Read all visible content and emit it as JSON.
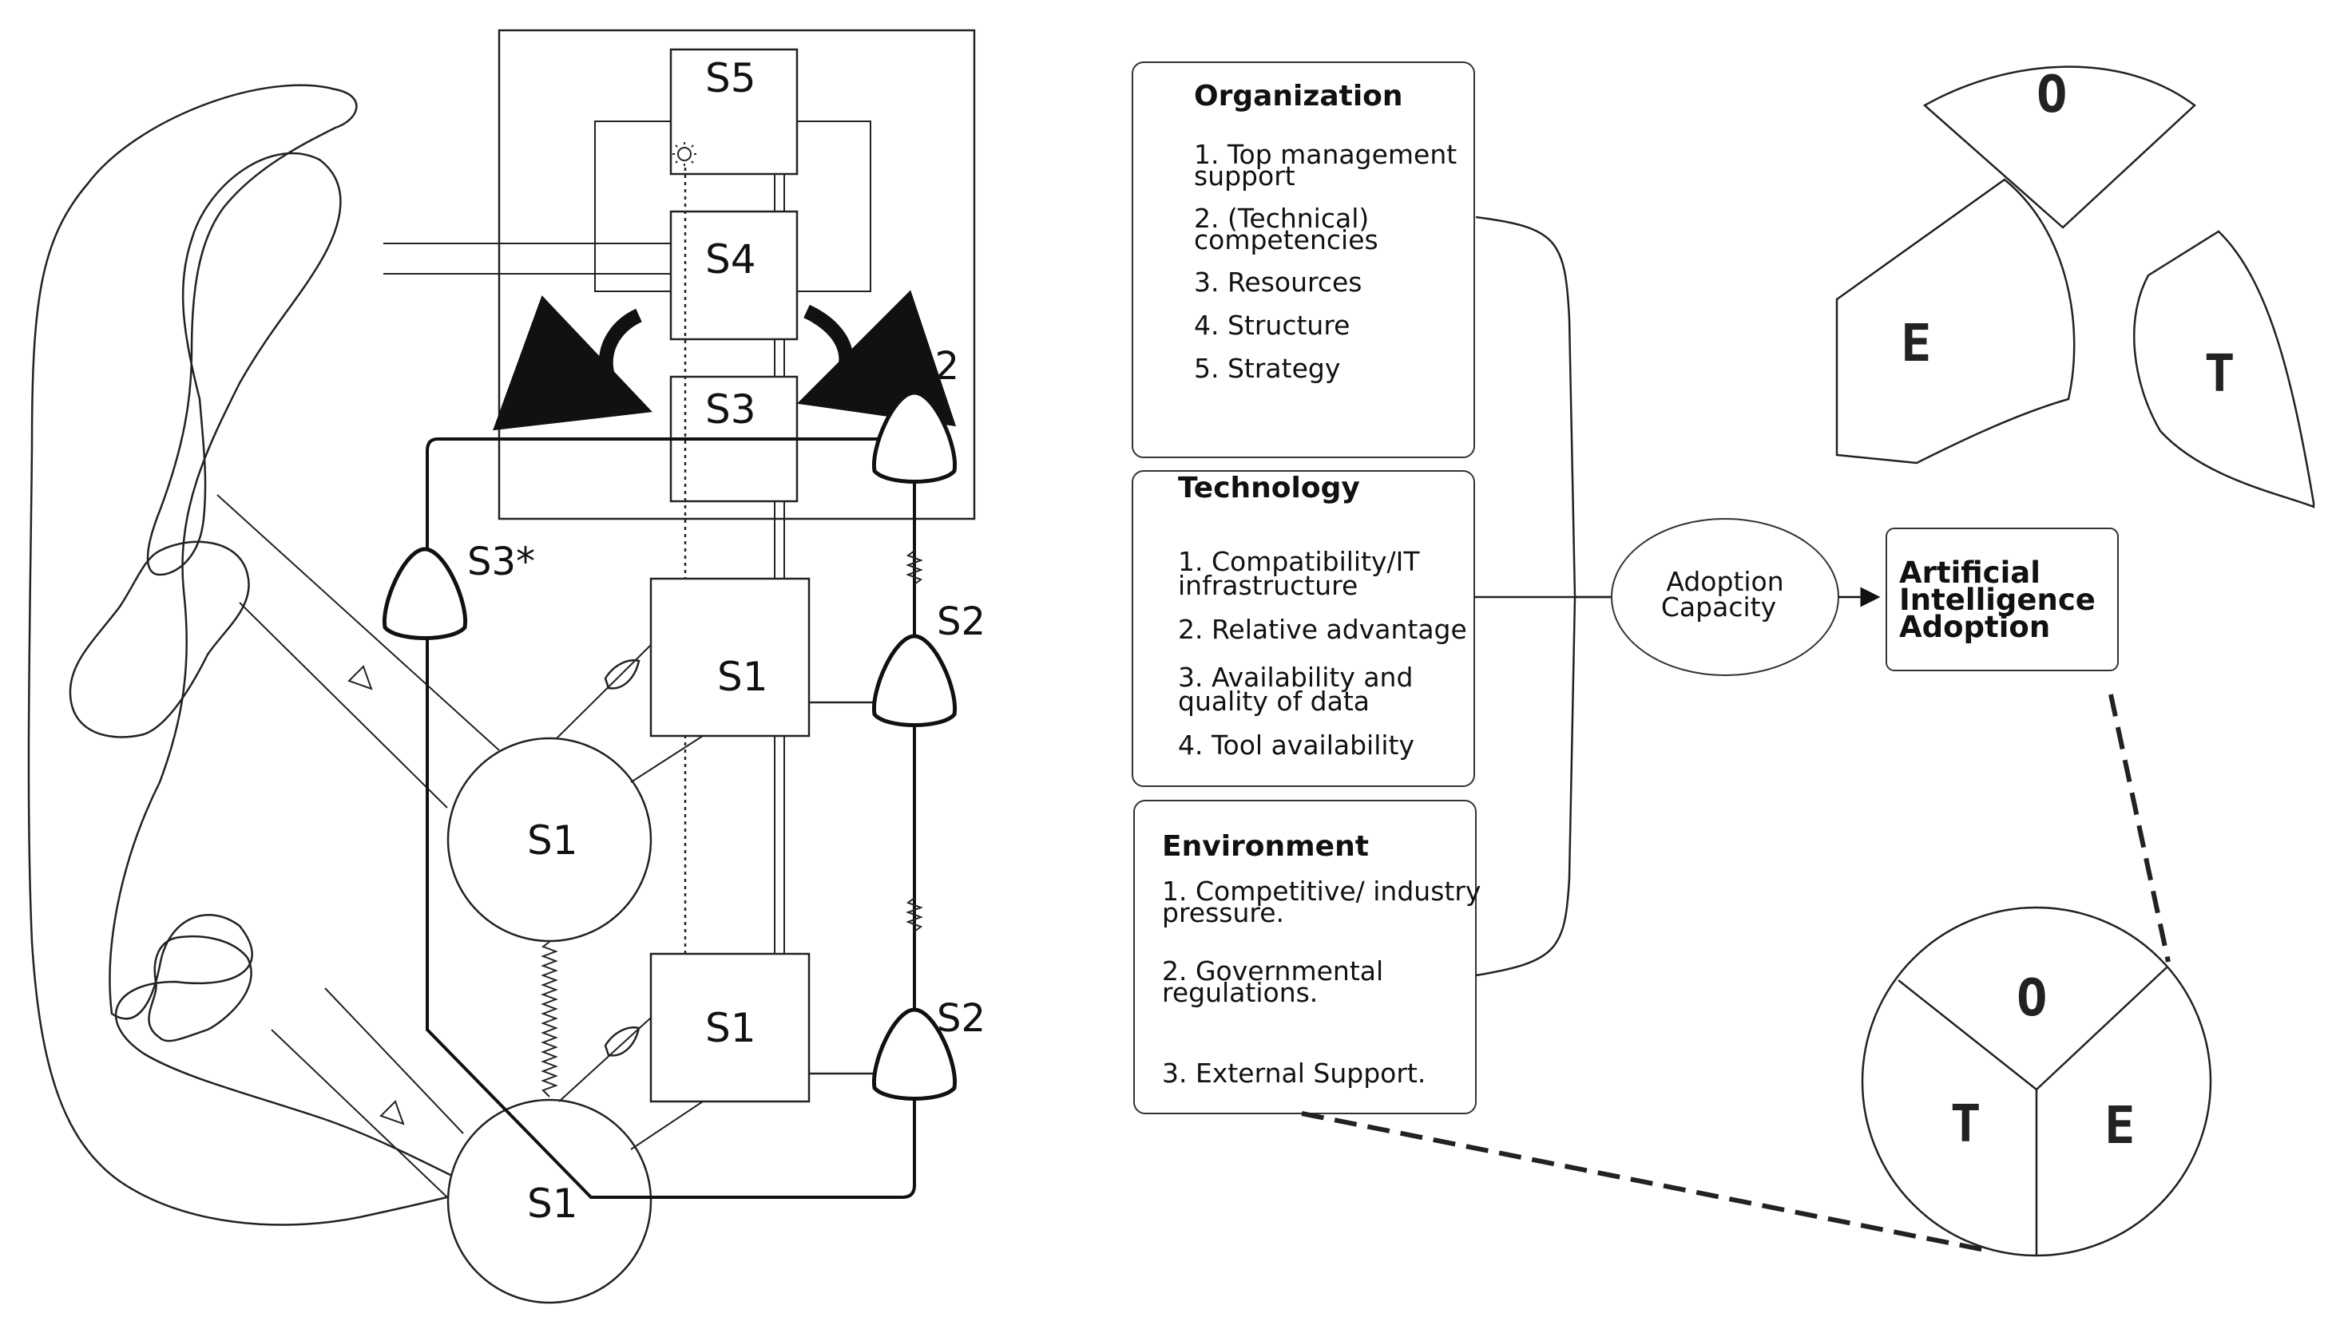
{
  "vsm": {
    "s5": "S5",
    "s4": "S4",
    "s3": "S3",
    "s3_star": "S3*",
    "s2": "S2",
    "s1": "S1"
  },
  "toe_model": {
    "organization": {
      "title": "Organization",
      "items": [
        [
          "1. Top management",
          "support"
        ],
        [
          "2. (Technical)",
          "competencies"
        ],
        [
          "3. Resources"
        ],
        [
          "4. Structure"
        ],
        [
          "5. Strategy"
        ]
      ]
    },
    "technology": {
      "title": "Technology",
      "items": [
        [
          "1. Compatibility/IT",
          "infrastructure"
        ],
        [
          "2. Relative advantage"
        ],
        [
          "3. Availability and",
          "quality of data"
        ],
        [
          "4. Tool availability"
        ]
      ]
    },
    "environment": {
      "title": "Environment",
      "items": [
        [
          "1. Competitive/ industry",
          "pressure."
        ],
        [
          "2. Governmental",
          "regulations."
        ],
        [
          "3. External Support."
        ]
      ]
    },
    "adoption_capacity": [
      "Adoption",
      "Capacity"
    ],
    "outcome": [
      "Artificial",
      "Intelligence",
      "Adoption"
    ]
  },
  "toe_segments": {
    "o": "O",
    "e": "E",
    "t": "T"
  }
}
